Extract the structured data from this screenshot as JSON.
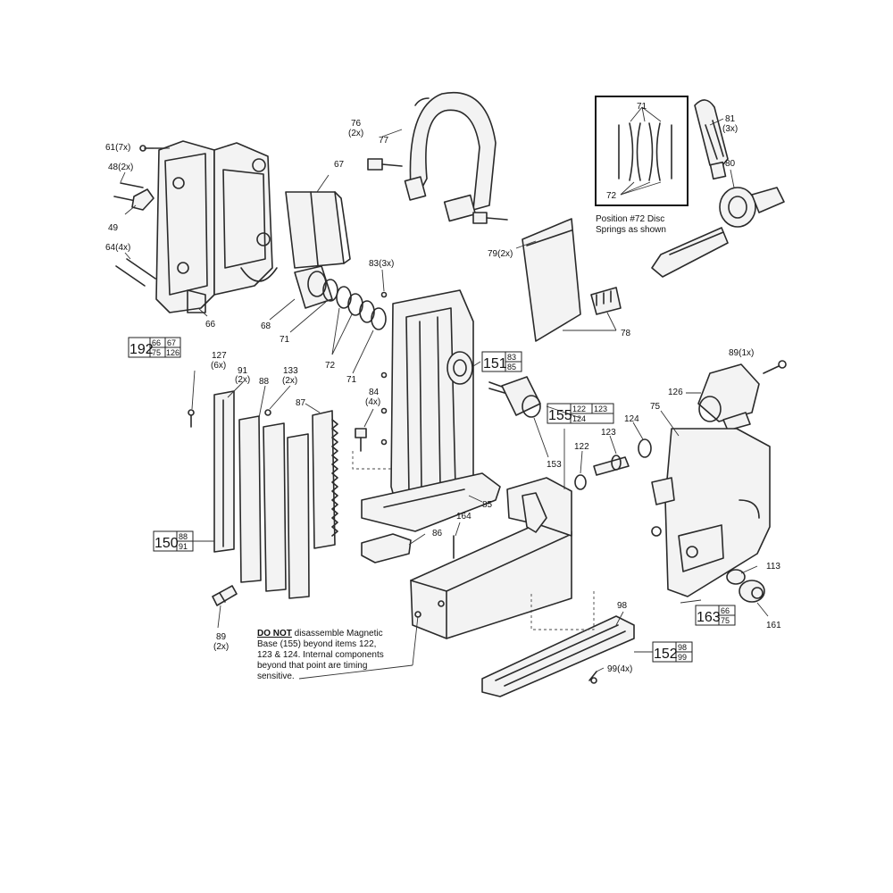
{
  "callouts": {
    "c61": "61(7x)",
    "c48": "48(2x)",
    "c49": "49",
    "c64": "64(4x)",
    "c66": "66",
    "c67": "67",
    "c68": "68",
    "c71a": "71",
    "c72a": "72",
    "c71b": "71",
    "c76": "76",
    "c76q": "(2x)",
    "c77": "77",
    "c83": "83(3x)",
    "c79": "79(2x)",
    "c78": "78",
    "c81": "81",
    "c81q": "(3x)",
    "c80": "80",
    "c127": "127",
    "c127q": "(6x)",
    "c91": "91",
    "c91q": "(2x)",
    "c88": "88",
    "c133": "133",
    "c133q": "(2x)",
    "c87": "87",
    "c84": "84",
    "c84q": "(4x)",
    "c85": "85",
    "c86": "86",
    "c164": "164",
    "c153": "153",
    "c122a": "122",
    "c123a": "123",
    "c124a": "124",
    "c75": "75",
    "c89a": "89(1x)",
    "c126": "126",
    "c89b": "89",
    "c89bq": "(2x)",
    "c98": "98",
    "c99": "99(4x)",
    "c113": "113",
    "c161": "161",
    "inset71": "71",
    "inset72": "72"
  },
  "assemblies": {
    "a192": {
      "num": "192",
      "items": [
        "66",
        "67",
        "75",
        "126"
      ]
    },
    "a151": {
      "num": "151",
      "items": [
        "83",
        "85"
      ]
    },
    "a155": {
      "num": "155",
      "items": [
        "122",
        "123",
        "124"
      ]
    },
    "a150": {
      "num": "150",
      "items": [
        "88",
        "91"
      ]
    },
    "a163": {
      "num": "163",
      "items": [
        "66",
        "75"
      ]
    },
    "a152": {
      "num": "152",
      "items": [
        "98",
        "99"
      ]
    }
  },
  "inset_note": {
    "line1": "Position #72 Disc",
    "line2": "Springs as shown"
  },
  "warning": {
    "bold": "DO NOT",
    "line1_rest": " disassemble Magnetic",
    "line2": "Base (155) beyond items 122,",
    "line3": "123 & 124. Internal components",
    "line4": "beyond that point are timing",
    "line5": "sensitive."
  }
}
